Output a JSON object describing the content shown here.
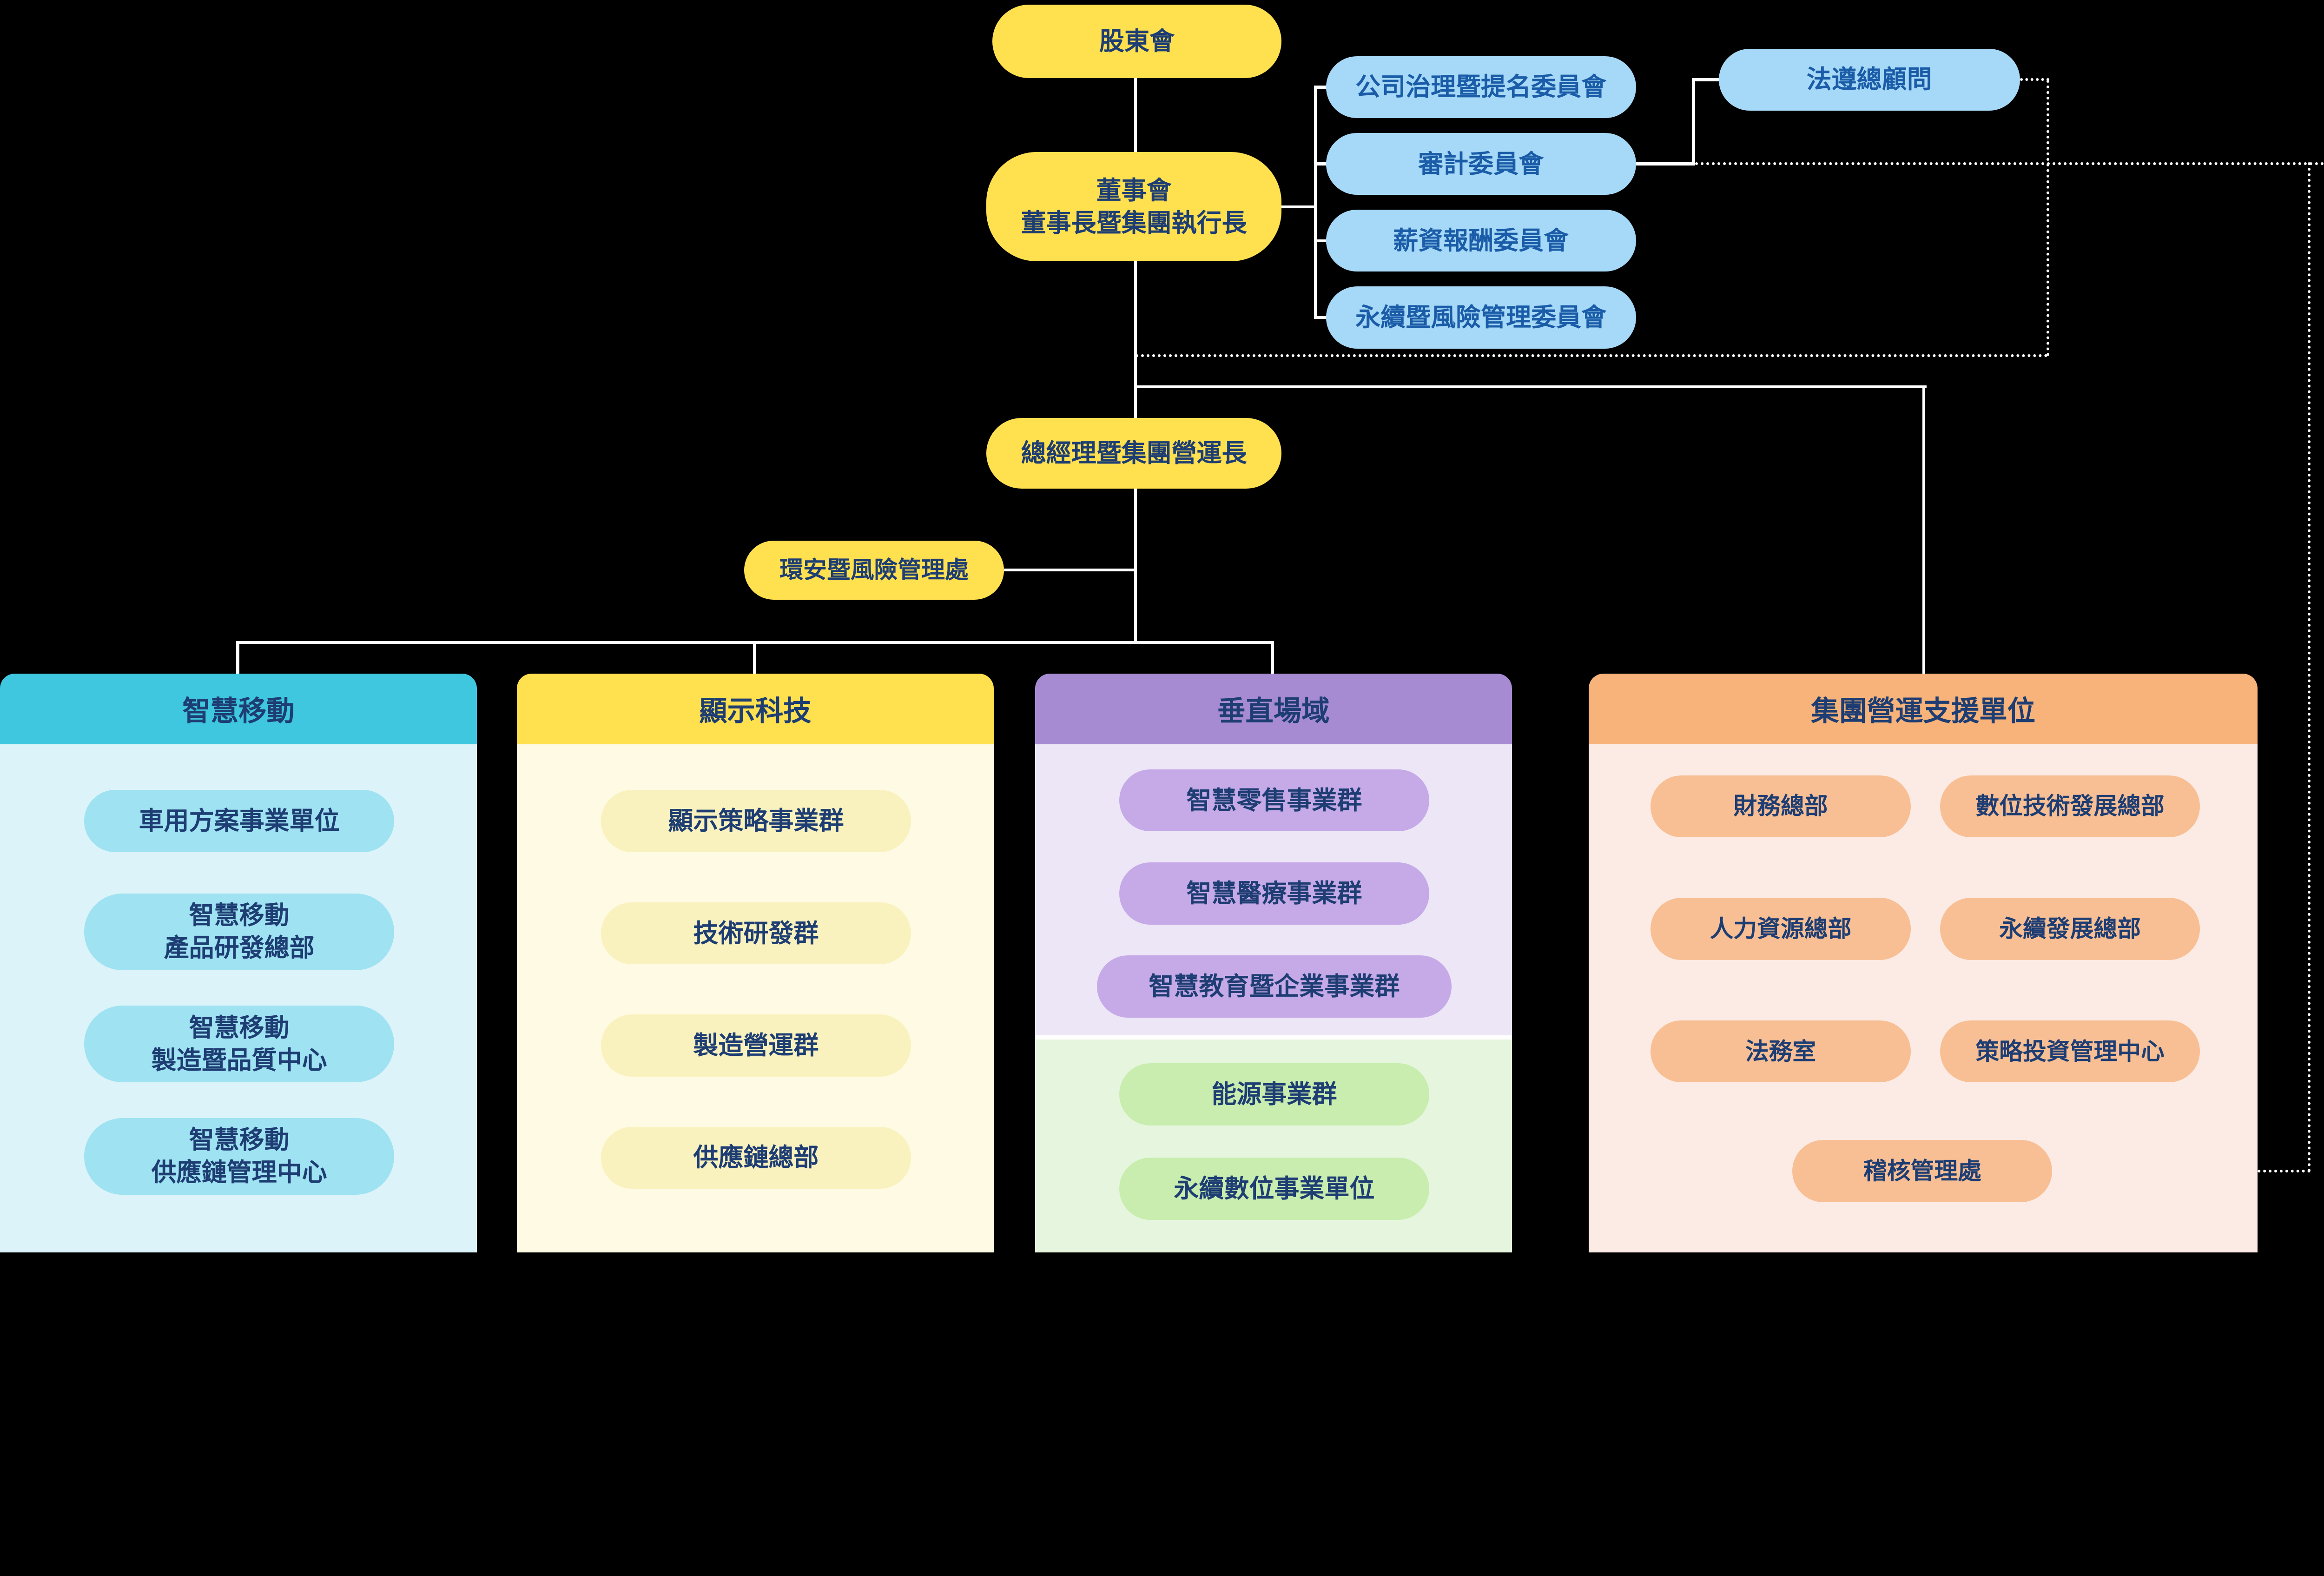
{
  "colors": {
    "bg": "#000000",
    "line": "#ffffff",
    "yellow": "#FFE14F",
    "yellow-pill": "#FAF2BE",
    "yellow-body": "#FEFAE3",
    "blue-pill": "#A6D9F7",
    "cyan-header": "#3EC7DF",
    "cyan-pill": "#9FE2F2",
    "cyan-body": "#DBF3F9",
    "purple-header": "#A78BD2",
    "purple-pill": "#C5AAE7",
    "purple-body": "#ECE6F7",
    "green-pill": "#C8EDAF",
    "green-body": "#E6F6DE",
    "orange-header": "#F7B379",
    "orange-pill": "#F8BF94",
    "orange-body": "#FCEBE4",
    "navy-text": "#1D3D73",
    "blue-text": "#1A5CA8"
  },
  "nodes": {
    "shareholders": "股東會",
    "board": "董事會\n董事長暨集團執行長",
    "committees": [
      "公司治理暨提名委員會",
      "審計委員會",
      "薪資報酬委員會",
      "永續暨風險管理委員會"
    ],
    "compliance": "法遵總顧問",
    "president": "總經理暨集團營運長",
    "ehs": "環安暨風險管理處"
  },
  "divisions": [
    {
      "title": "智慧移動",
      "items": [
        "車用方案事業單位",
        "智慧移動\n產品研發總部",
        "智慧移動\n製造暨品質中心",
        "智慧移動\n供應鏈管理中心"
      ]
    },
    {
      "title": "顯示科技",
      "items": [
        "顯示策略事業群",
        "技術研發群",
        "製造營運群",
        "供應鏈總部"
      ]
    },
    {
      "title": "垂直場域",
      "items": [
        "智慧零售事業群",
        "智慧醫療事業群",
        "智慧教育暨企業事業群"
      ],
      "green_items": [
        "能源事業群",
        "永續數位事業單位"
      ]
    },
    {
      "title": "集團營運支援單位",
      "left_items": [
        "財務總部",
        "人力資源總部",
        "法務室"
      ],
      "right_items": [
        "數位技術發展總部",
        "永續發展總部",
        "策略投資管理中心"
      ],
      "bottom_items": [
        "稽核管理處"
      ]
    }
  ]
}
